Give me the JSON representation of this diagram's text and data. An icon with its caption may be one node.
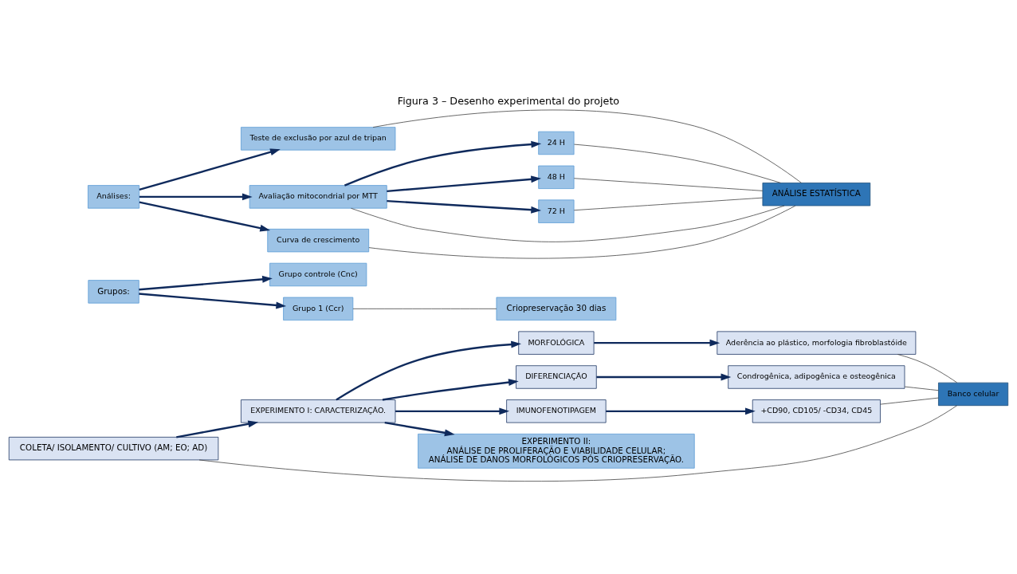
{
  "diagram": {
    "title": "Figura 3 – Desenho experimental do projeto",
    "nodes": [
      {
        "text": [
          "COLETA/ ISOLAMENTO/ CULTIVO (AM; EO; AD)"
        ]
      },
      {
        "text": [
          "EXPERIMENTO I: CARACTERIZAÇÃO."
        ]
      },
      {
        "text": [
          "MORFOLÓGICA"
        ]
      },
      {
        "text": [
          "DIFERENCIAÇÃO"
        ]
      },
      {
        "text": [
          "IMUNOFENOTIPAGEM"
        ]
      },
      {
        "text": [
          "Aderência ao plástico, morfologia fibroblastóide"
        ]
      },
      {
        "text": [
          "Condrogênica, adipogênica e osteogênica"
        ]
      },
      {
        "text": [
          "+CD90, CD105/ -CD34, CD45"
        ]
      },
      {
        "text": [
          "Banco celular"
        ]
      },
      {
        "text": [
          "EXPERIMENTO II:",
          "ANÁLISE DE PROLIFERAÇÃO E VIABILIDADE CELULAR;",
          "ANÁLISE DE DANOS MORFOLÓGICOS PÓS CRIOPRESERVAÇÃO."
        ]
      },
      {
        "text": [
          "Grupos:"
        ]
      },
      {
        "text": [
          "Grupo controle (Cnc)"
        ]
      },
      {
        "text": [
          "Grupo 1 (Ccr)"
        ]
      },
      {
        "text": [
          "Criopreservação 30 dias"
        ]
      },
      {
        "text": [
          "Análises:"
        ]
      },
      {
        "text": [
          "Teste de exclusão por azul de tripan"
        ]
      },
      {
        "text": [
          "Avaliação mitocondrial por MTT"
        ]
      },
      {
        "text": [
          "Curva de crescimento"
        ]
      },
      {
        "text": [
          "24 H"
        ]
      },
      {
        "text": [
          "48 H"
        ]
      },
      {
        "text": [
          "72 H"
        ]
      },
      {
        "text": [
          "ANÁLISE ESTATÍSTICA"
        ]
      }
    ],
    "edges": [
      {
        "from": 0,
        "to": 1,
        "arrow": "to"
      },
      {
        "from": 1,
        "to": 2,
        "arrow": "to"
      },
      {
        "from": 1,
        "to": 3,
        "arrow": "to"
      },
      {
        "from": 1,
        "to": 4,
        "arrow": "to"
      },
      {
        "from": 2,
        "to": 5,
        "arrow": "to"
      },
      {
        "from": 3,
        "to": 6,
        "arrow": "to"
      },
      {
        "from": 4,
        "to": 7,
        "arrow": "to"
      },
      {
        "from": 0,
        "to": 8,
        "arrow": "none",
        "color": "#404040"
      },
      {
        "from": 5,
        "to": 8,
        "arrow": "none",
        "color": "#404040"
      },
      {
        "from": 6,
        "to": 8,
        "arrow": "none",
        "color": "#404040"
      },
      {
        "from": 7,
        "to": 8,
        "arrow": "none",
        "color": "#404040"
      },
      {
        "from": 1,
        "to": 9,
        "arrow": "to"
      },
      {
        "from": 10,
        "to": 11,
        "arrow": "to"
      },
      {
        "from": 10,
        "to": 12,
        "arrow": "to"
      },
      {
        "from": 12,
        "to": 13,
        "arrow": "none",
        "color": "#404040"
      },
      {
        "from": 14,
        "to": 15,
        "arrow": "to"
      },
      {
        "from": 14,
        "to": 16,
        "arrow": "to"
      },
      {
        "from": 14,
        "to": 17,
        "arrow": "to"
      },
      {
        "from": 16,
        "to": 18,
        "arrow": "to"
      },
      {
        "from": 16,
        "to": 19,
        "arrow": "to"
      },
      {
        "from": 16,
        "to": 20,
        "arrow": "to"
      },
      {
        "from": 15,
        "to": 21,
        "arrow": "none",
        "color": "#404040"
      },
      {
        "from": 16,
        "to": 21,
        "arrow": "none",
        "color": "#404040"
      },
      {
        "from": 17,
        "to": 21,
        "arrow": "none",
        "color": "#404040"
      },
      {
        "from": 18,
        "to": 21,
        "arrow": "none",
        "color": "#404040"
      },
      {
        "from": 19,
        "to": 21,
        "arrow": "none",
        "color": "#404040"
      },
      {
        "from": 20,
        "to": 21,
        "arrow": "none",
        "color": "#404040"
      }
    ]
  }
}
